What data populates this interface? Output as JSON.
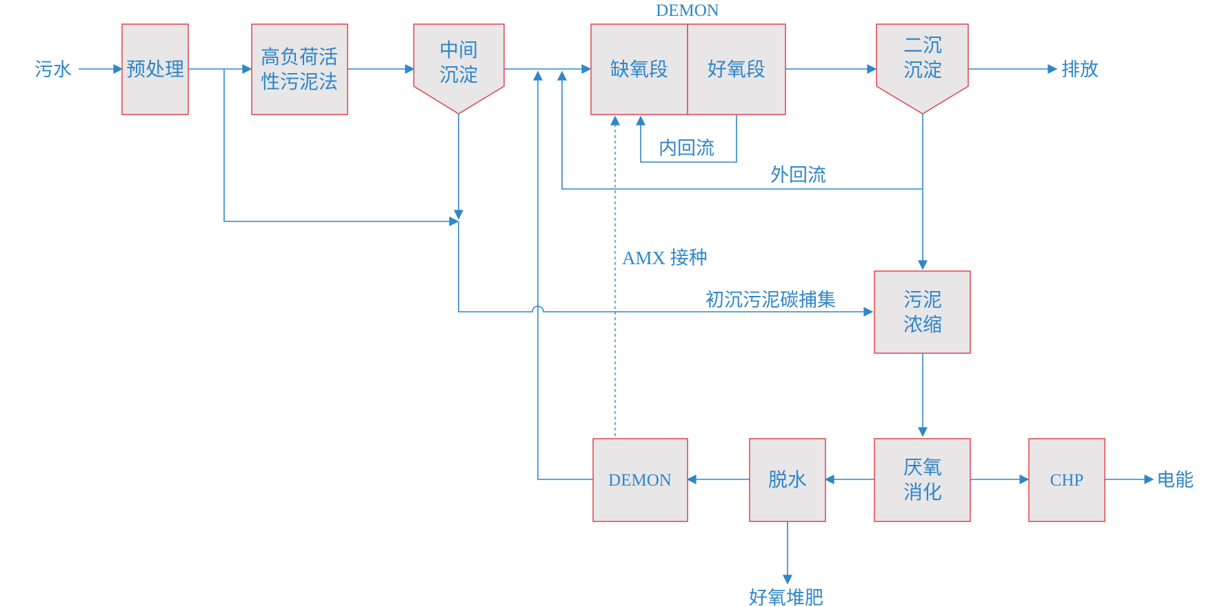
{
  "diagram": {
    "title": "DEMON",
    "colors": {
      "line": "#2f86c9",
      "box_fill": "#e8e6e7",
      "box_stroke": "#e0434f",
      "text": "#2f86c9"
    },
    "inputs": {
      "sewage": "污水"
    },
    "nodes": {
      "pretreatment": "预处理",
      "hras_line1": "高负荷活",
      "hras_line2": "性污泥法",
      "intermediate_line1": "中间",
      "intermediate_line2": "沉淀",
      "anoxic": "缺氧段",
      "aerobic": "好氧段",
      "secondary_line1": "二沉",
      "secondary_line2": "沉淀",
      "thickening_line1": "污泥",
      "thickening_line2": "浓缩",
      "digestion_line1": "厌氧",
      "digestion_line2": "消化",
      "chp": "CHP",
      "dewatering": "脱水",
      "demon_side": "DEMON"
    },
    "outputs": {
      "discharge": "排放",
      "electricity": "电能",
      "compost": "好氧堆肥"
    },
    "flow_labels": {
      "internal_recycle": "内回流",
      "external_recycle": "外回流",
      "amx_seeding": "AMX 接种",
      "primary_sludge_carbon_capture": "初沉污泥碳捕集"
    }
  }
}
